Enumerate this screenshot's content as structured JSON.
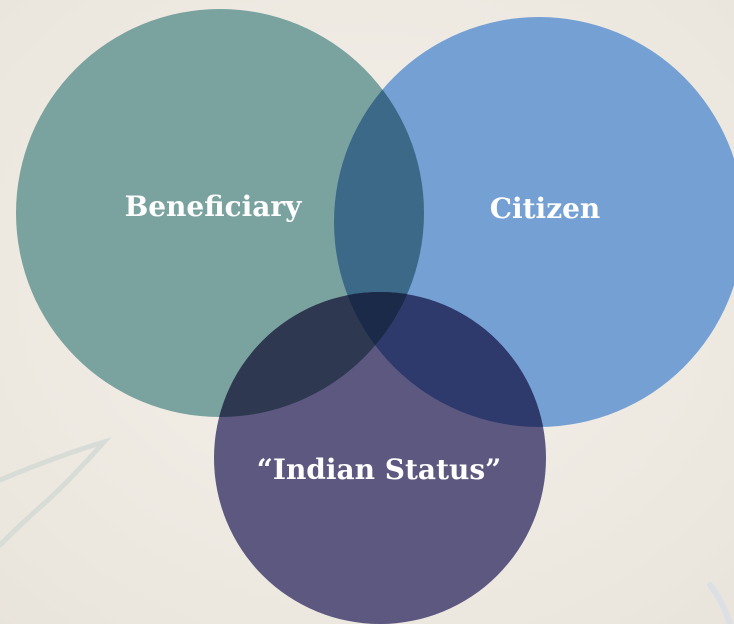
{
  "diagram": {
    "type": "venn",
    "sets": [
      {
        "id": "beneficiary",
        "label": "Beneficiary",
        "color": "#7aa39f"
      },
      {
        "id": "citizen",
        "label": "Citizen",
        "color": "#74a0d4"
      },
      {
        "id": "indian_status",
        "label": "“Indian Status”",
        "color": "#5c5880"
      }
    ],
    "overlap_colors": {
      "beneficiary_citizen": "#3b6987",
      "beneficiary_indian_status": "#2e3951",
      "citizen_indian_status": "#2f3a6c",
      "all_three": "#1a2a48"
    },
    "background": "#efebe4"
  }
}
